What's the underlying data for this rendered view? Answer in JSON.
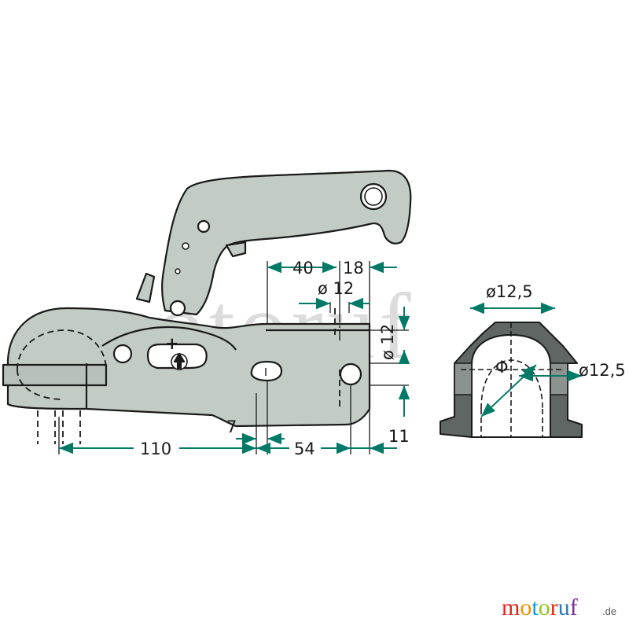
{
  "drawing": {
    "dimensions": {
      "d40": "40",
      "d18": "18",
      "d12_top": "ø 12",
      "d12_side": "ø 12",
      "d125_top": "ø12,5",
      "d125_side": "ø12,5",
      "d110": "110",
      "d7": "7",
      "d54": "54",
      "d11": "11",
      "phi": "Φ"
    },
    "plus_mark": "+"
  },
  "watermark": {
    "text": "motoruf"
  },
  "logo": {
    "letters": [
      "m",
      "o",
      "t",
      "o",
      "r",
      "u",
      "f"
    ],
    "colors": [
      "#e2231a",
      "#f39200",
      "#009fe3",
      "#95c11f",
      "#e2231a",
      "#2a7ab8",
      "#7b2d8e"
    ],
    "suffix": ".de"
  },
  "colors": {
    "body_fill": "#c3cbc5",
    "outline": "#1a1a1a",
    "dimension_line": "#007a67",
    "section_fill": "#5f6663"
  }
}
